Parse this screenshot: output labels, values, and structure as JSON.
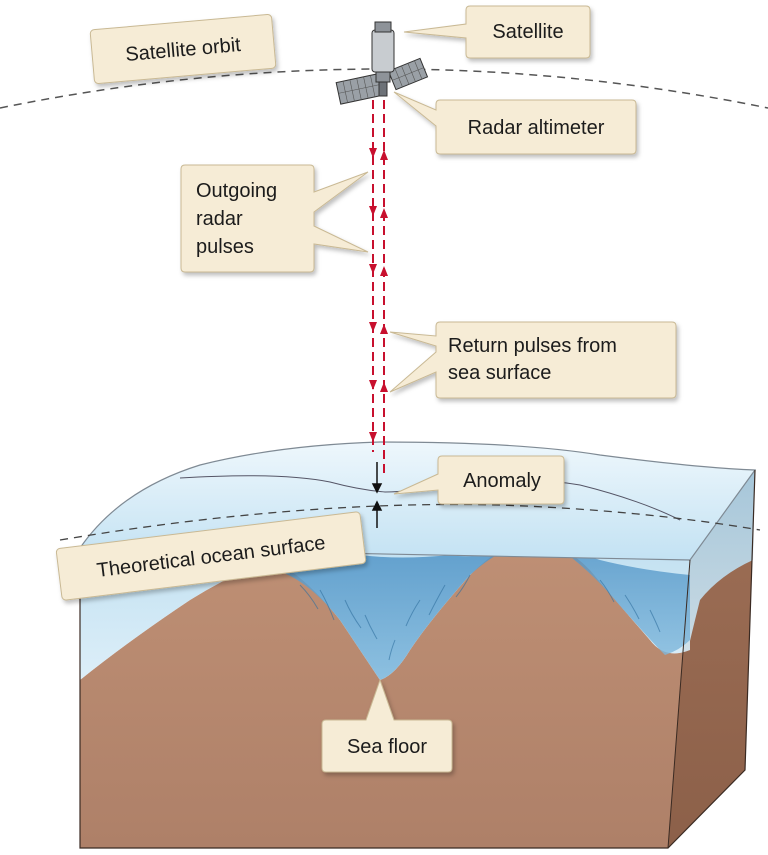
{
  "labels": {
    "satellite_orbit": "Satellite orbit",
    "satellite": "Satellite",
    "radar_altimeter": "Radar altimeter",
    "outgoing_radar_pulses": [
      "Outgoing",
      "radar",
      "pulses"
    ],
    "return_pulses": [
      "Return pulses from",
      "sea surface"
    ],
    "anomaly": "Anomaly",
    "theoretical_ocean_surface": "Theoretical ocean surface",
    "sea_floor": "Sea floor"
  },
  "colors": {
    "callout_fill": "#f6ecd6",
    "callout_stroke": "#c9b994",
    "pulse_red": "#c8102e",
    "ocean_light": "#dbeef8",
    "ocean_mid": "#a9d3ea",
    "ocean_deep": "#6fb0d6",
    "rock_front": "#b88a70",
    "rock_side": "#9c6e56",
    "rock_top": "#c49a80"
  }
}
